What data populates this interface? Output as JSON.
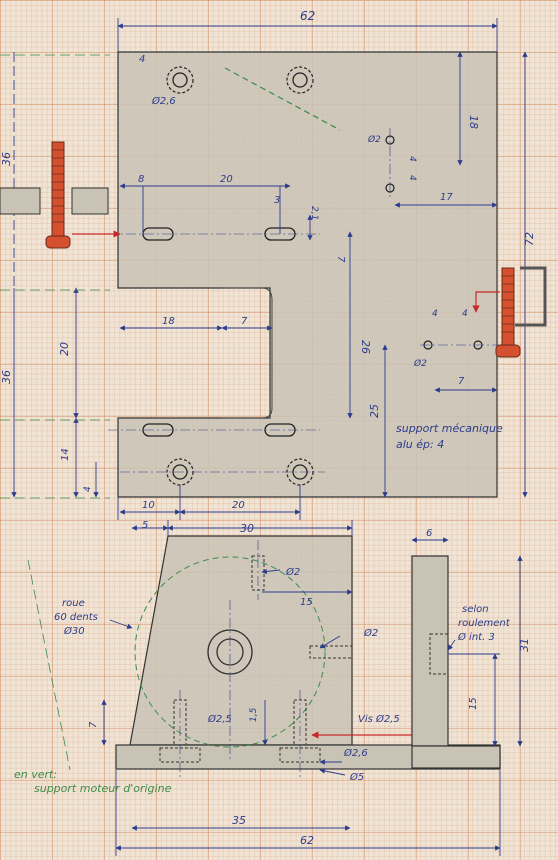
{
  "colors": {
    "ink": "#2c3c8c",
    "plate": "#c9c3b6",
    "screw": "#d4502e",
    "green": "#3d8c4a",
    "red": "#c8282a"
  },
  "top_view": {
    "dims": {
      "overall_width": "62",
      "hole_dia": "Ø2,6",
      "hole_offset": "4",
      "right_height": "18",
      "left_height": "36",
      "slot_offset": "8",
      "slot_spacing": "20",
      "slot_width": "3",
      "slot_height": "2,1",
      "right_gap": "7",
      "small_hole_dia": "Ø2",
      "small_hole_pitch1": "4",
      "small_hole_pitch2": "4",
      "right_offset": "17",
      "overall_height": "72",
      "cutout_width": "18",
      "cutout_step": "7",
      "cutout_height": "20",
      "mid_height": "26",
      "left_lower": "36",
      "left_bottom": "14",
      "bottom_small": "4",
      "pair_left": "4",
      "pair_right": "4",
      "pair_dia": "Ø2",
      "pair_offset": "7",
      "lower_height": "25",
      "bottom_left": "10",
      "bottom_spacing": "20"
    },
    "note_line1": "support mécanique",
    "note_line2": "alu ép: 4"
  },
  "front_view": {
    "dims": {
      "top_offset": "5",
      "top_width": "30",
      "tap_dia": "Ø2",
      "tap_depth": "15",
      "side_hole": "Ø2",
      "screw_label": "Vis Ø2,5",
      "left_height": "7",
      "screw_dia": "Ø2,5",
      "mid_height": "1,5",
      "hole_dia": "Ø2,6",
      "counterbore": "Ø5",
      "bottom_width": "35",
      "overall_width": "62"
    },
    "wheel_label1": "roue",
    "wheel_label2": "60 dents",
    "wheel_label3": "Ø30",
    "green_note1": "en vert:",
    "green_note2": "support moteur d'origine"
  },
  "side_view": {
    "dims": {
      "thickness": "6",
      "height": "31",
      "lower": "15"
    },
    "note1": "selon",
    "note2": "roulement",
    "note3": "Ø int. 3"
  }
}
